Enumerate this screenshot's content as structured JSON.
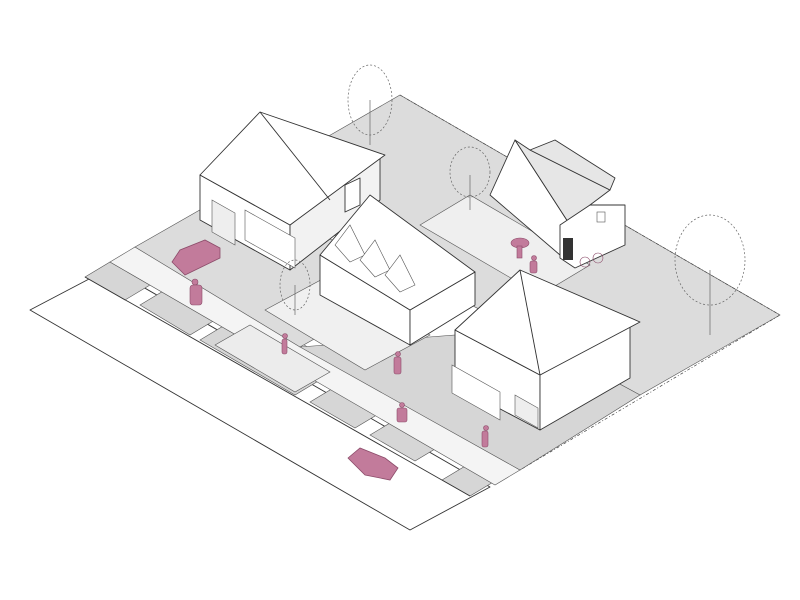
{
  "colors": {
    "background": "#ffffff",
    "lot": "#dcdcdc",
    "lot_dark": "#cfcfcf",
    "road": "#ffffff",
    "curb": "#d6d6d6",
    "paving": "#ececec",
    "building": "#ffffff",
    "outline": "#333333",
    "accent_people_cars": "#c27b9b",
    "accent_dark": "#8c4c6a",
    "tree": "#666666"
  },
  "scene": {
    "view": "isometric",
    "houses": [
      "two-storey-house-left",
      "dormer-house-center",
      "adu-cottage-back",
      "front-house-right"
    ],
    "cars": 2,
    "people": 7,
    "trees": 4
  }
}
